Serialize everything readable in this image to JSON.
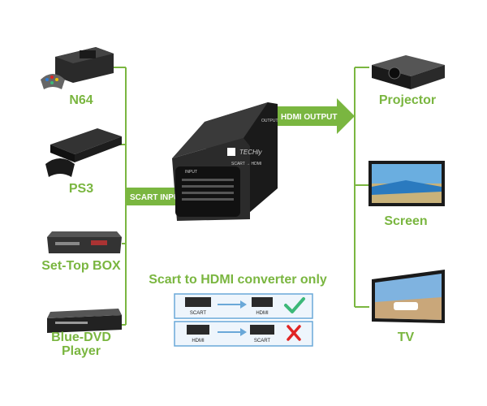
{
  "inputs": [
    {
      "label": "N64"
    },
    {
      "label": "PS3"
    },
    {
      "label": "Set-Top BOX"
    },
    {
      "label": "Blue-DVD",
      "label2": "Player"
    }
  ],
  "outputs": [
    {
      "label": "Projector"
    },
    {
      "label": "Screen"
    },
    {
      "label": "TV"
    }
  ],
  "arrows": {
    "scart_input": "SCART INPUT",
    "hdmi_output": "HDMI OUTPUT"
  },
  "device": {
    "brand": "TECHly",
    "model": "SCART → HDMI",
    "port_input": "INPUT",
    "port_output": "OUTPUT"
  },
  "note": {
    "title": "Scart to HDMI converter only",
    "row1": {
      "from": "SCART",
      "to": "HDMI",
      "status": "check-icon"
    },
    "row2": {
      "from": "HDMI",
      "to": "SCART",
      "status": "cross-icon"
    }
  },
  "colors": {
    "accent_green": "#7ab640",
    "check_green": "#3cb878",
    "cross_red": "#e02424",
    "note_border": "#6aa8d8"
  }
}
